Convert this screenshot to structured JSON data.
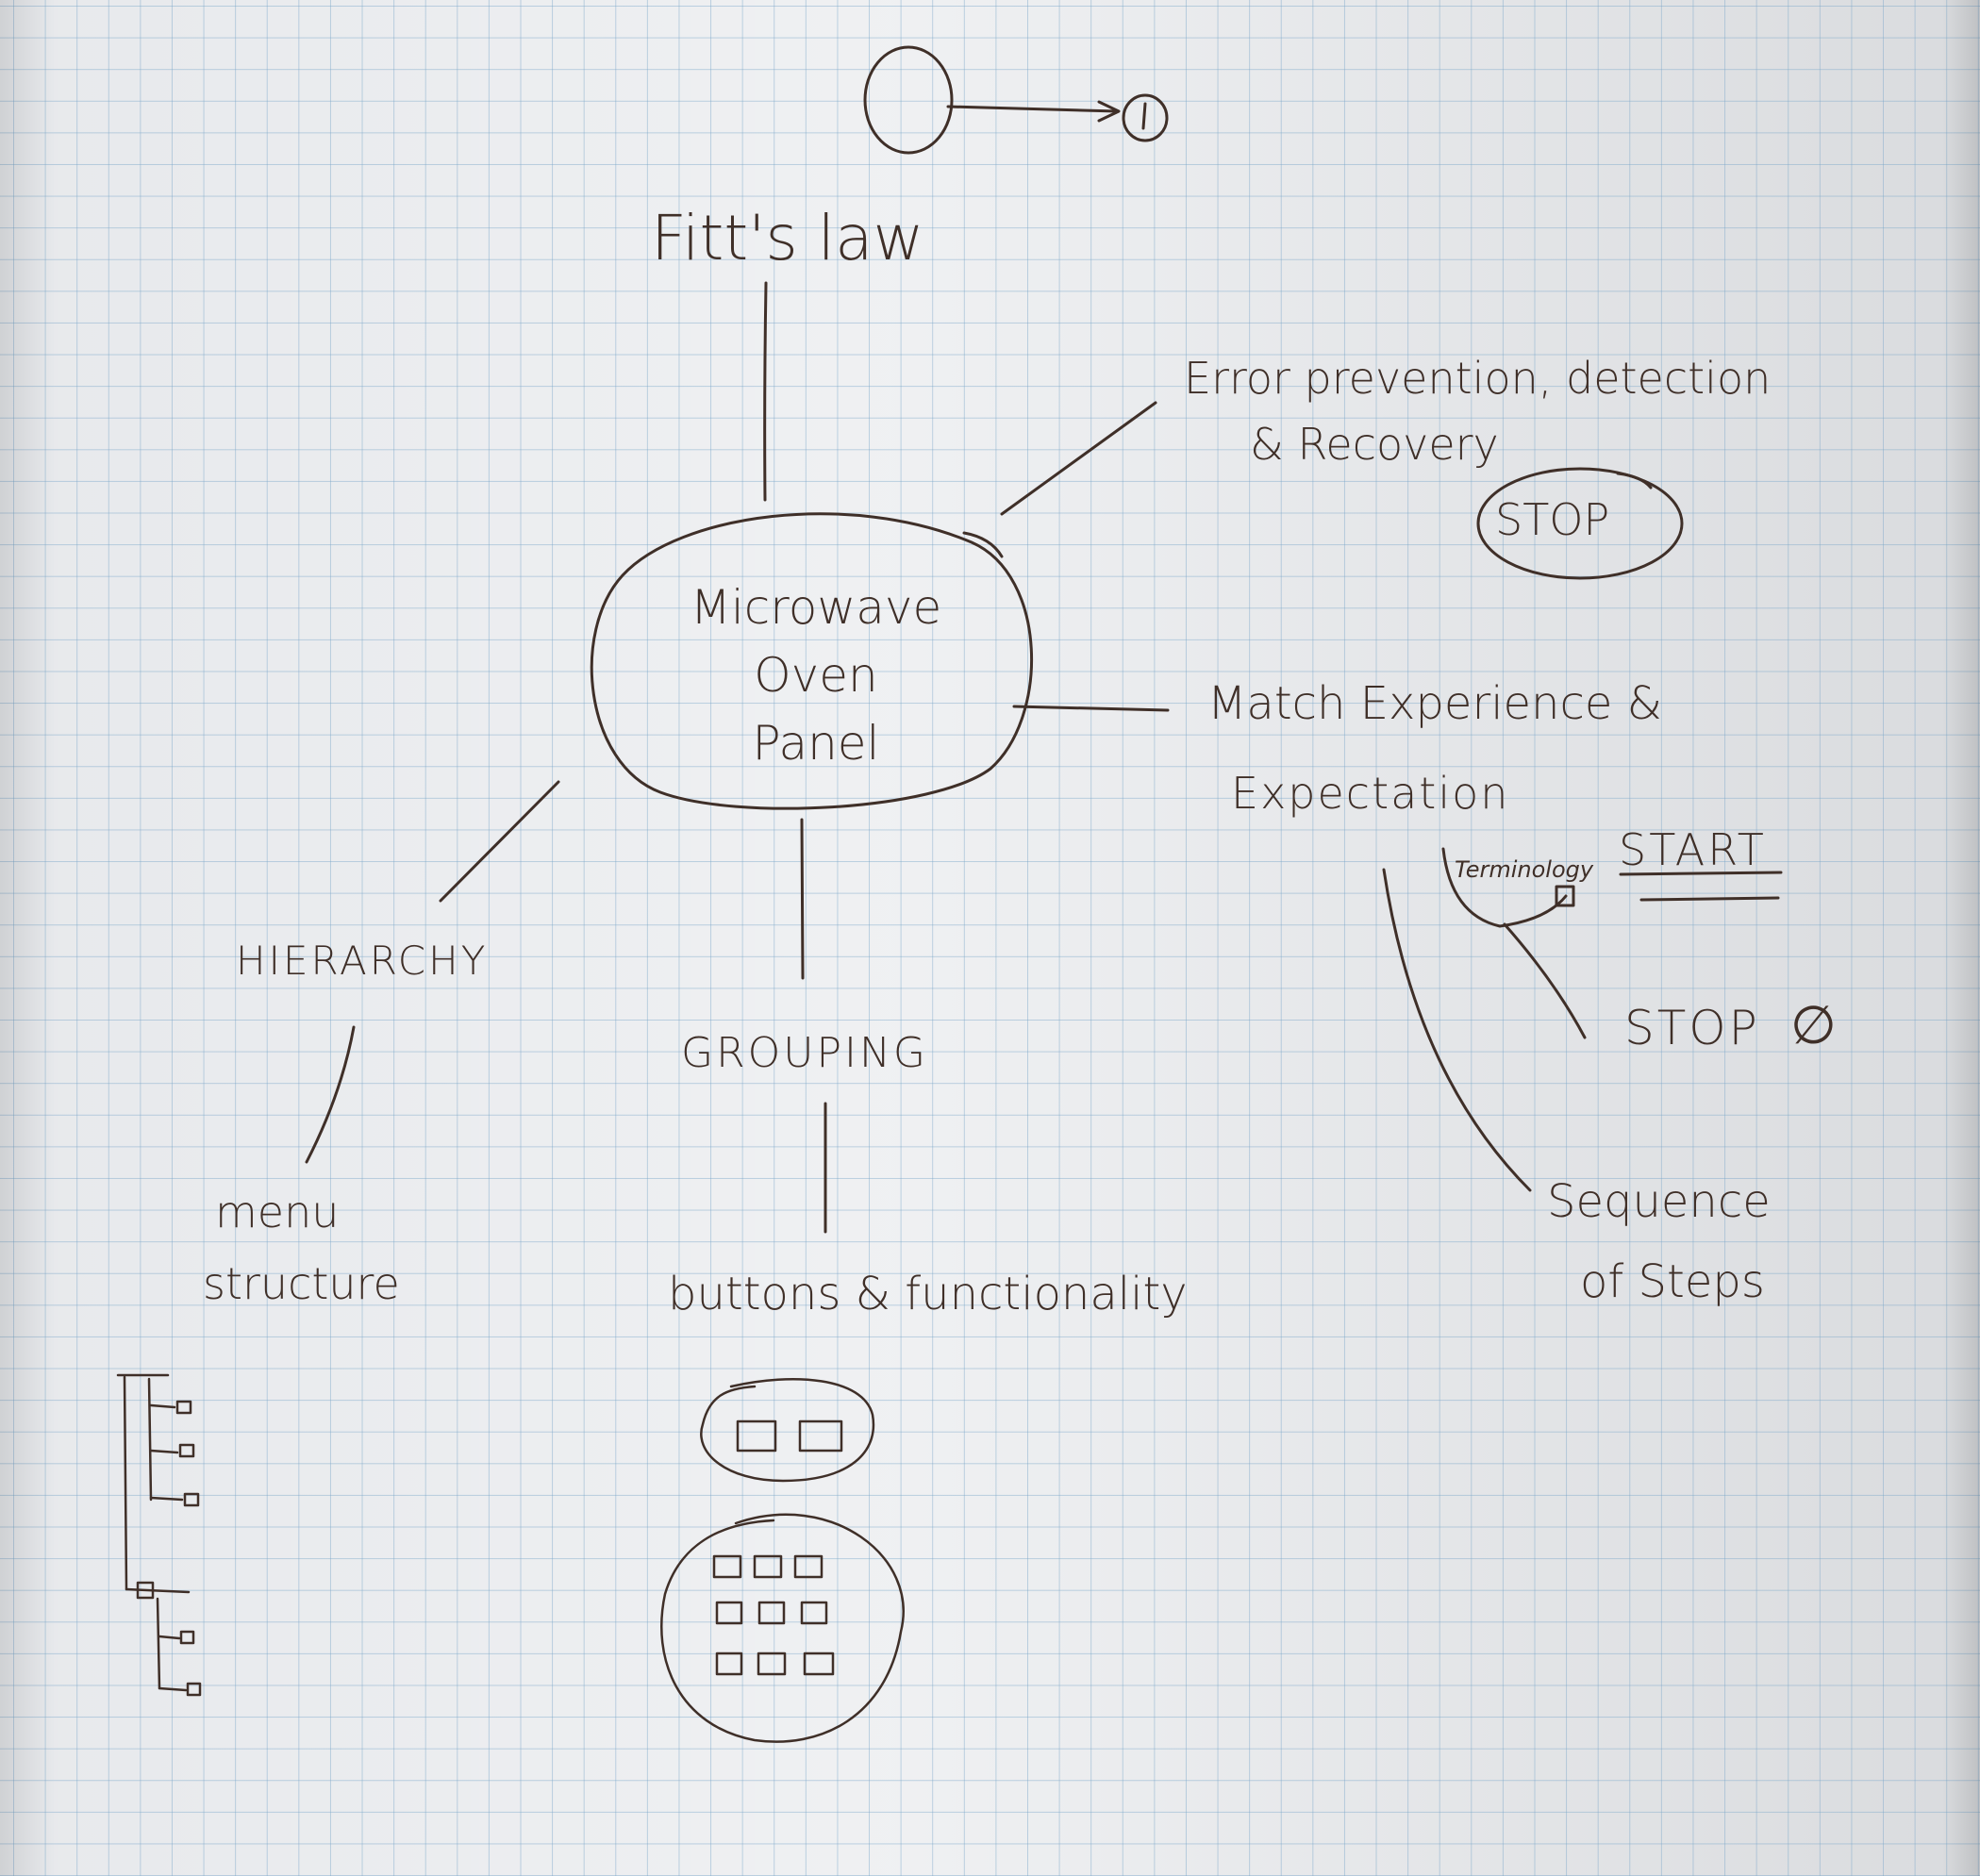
{
  "diagram": {
    "center": {
      "lines": [
        "Microwave",
        "Oven",
        "Panel"
      ]
    },
    "fitts_law": "Fitt's law",
    "error": {
      "line1": "Error prevention, detection",
      "line2": "& Recovery",
      "stop_button": "STOP"
    },
    "match": {
      "line1": "Match Experience &",
      "line2": "Expectation"
    },
    "terminology": "Terminology",
    "start_label": "START",
    "stop_label": "STOP",
    "stop_symbol": "∅",
    "sequence": {
      "line1": "Sequence",
      "line2": "of Steps"
    },
    "hierarchy": "HIERARCHY",
    "menu_structure": {
      "line1": "menu",
      "line2": "structure"
    },
    "grouping": "GROUPING",
    "buttons_functionality": "buttons & functionality"
  },
  "ink_color": "#3f2f28",
  "grid_color": "#78a5c8"
}
